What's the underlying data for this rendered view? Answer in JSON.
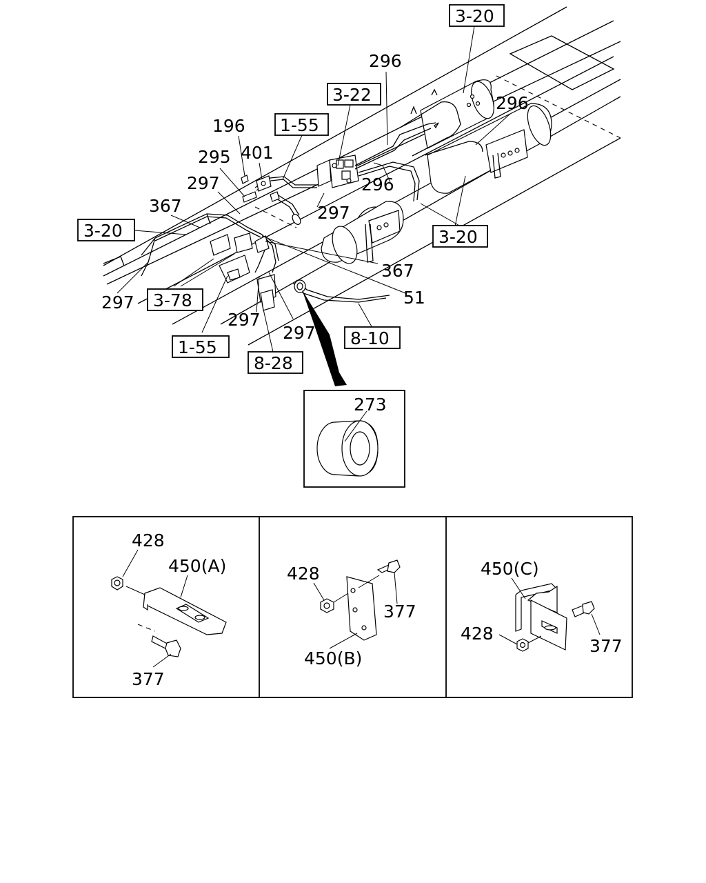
{
  "ref_boxes": {
    "r320_top": "3-20",
    "r322": "3-22",
    "r155_top": "1-55",
    "r320_left": "3-20",
    "r320_right": "3-20",
    "r378": "3-78",
    "r155_bottom": "1-55",
    "r828": "8-28",
    "r810": "8-10"
  },
  "callouts": {
    "c296_a": "296",
    "c296_b": "296",
    "c296_c": "296",
    "c196": "196",
    "c401": "401",
    "c295": "295",
    "c297_a": "297",
    "c297_b": "297",
    "c297_c": "297",
    "c297_d": "297",
    "c297_e": "297",
    "c367_a": "367",
    "c367_b": "367",
    "c51": "51",
    "c273": "273"
  },
  "panels": {
    "a": {
      "nut": "428",
      "bracket": "450(A)",
      "bolt": "377"
    },
    "b": {
      "nut": "428",
      "bracket": "450(B)",
      "bolt": "377"
    },
    "c": {
      "nut": "428",
      "bracket": "450(C)",
      "bolt": "377"
    }
  }
}
